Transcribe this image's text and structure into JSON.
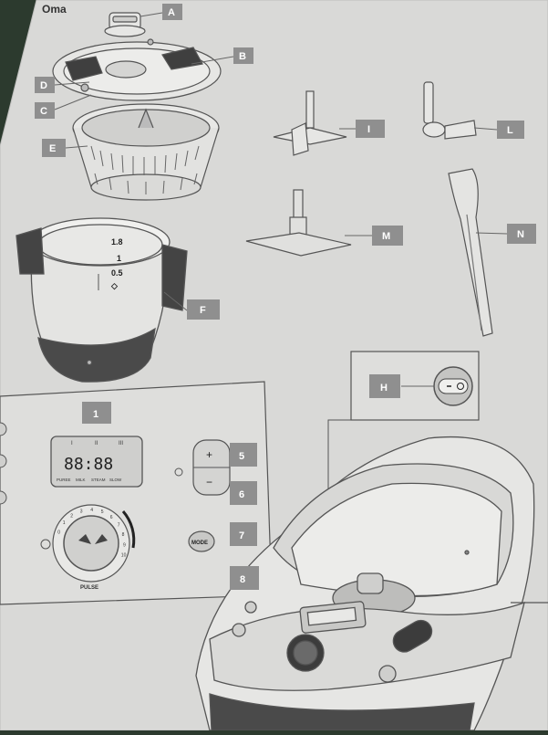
{
  "header": {
    "brand_fragment": "Oma"
  },
  "labels": [
    "A",
    "B",
    "C",
    "D",
    "E",
    "F",
    "H",
    "I",
    "L",
    "M",
    "N"
  ],
  "jug_marks": [
    "1.8",
    "1",
    "0.5"
  ],
  "panel": {
    "callouts": [
      "1",
      "5",
      "6",
      "7",
      "8"
    ],
    "lcd_time": "88:88",
    "lcd_icons": [
      "I",
      "II",
      "III"
    ],
    "lcd_modes": [
      "PUREE",
      "MILK",
      "STEAM",
      "SLOW"
    ],
    "plus": "+",
    "minus": "−",
    "mode_button": "MODE",
    "dial_caption": "PULSE",
    "dial_numbers": [
      "0",
      "1",
      "2",
      "3",
      "4",
      "5",
      "6",
      "7",
      "8",
      "9",
      "10"
    ]
  },
  "colors": {
    "paper": "#dcdcda",
    "label_box": "#8f8f8f",
    "line": "#555555",
    "base": "#4a4a4a"
  }
}
